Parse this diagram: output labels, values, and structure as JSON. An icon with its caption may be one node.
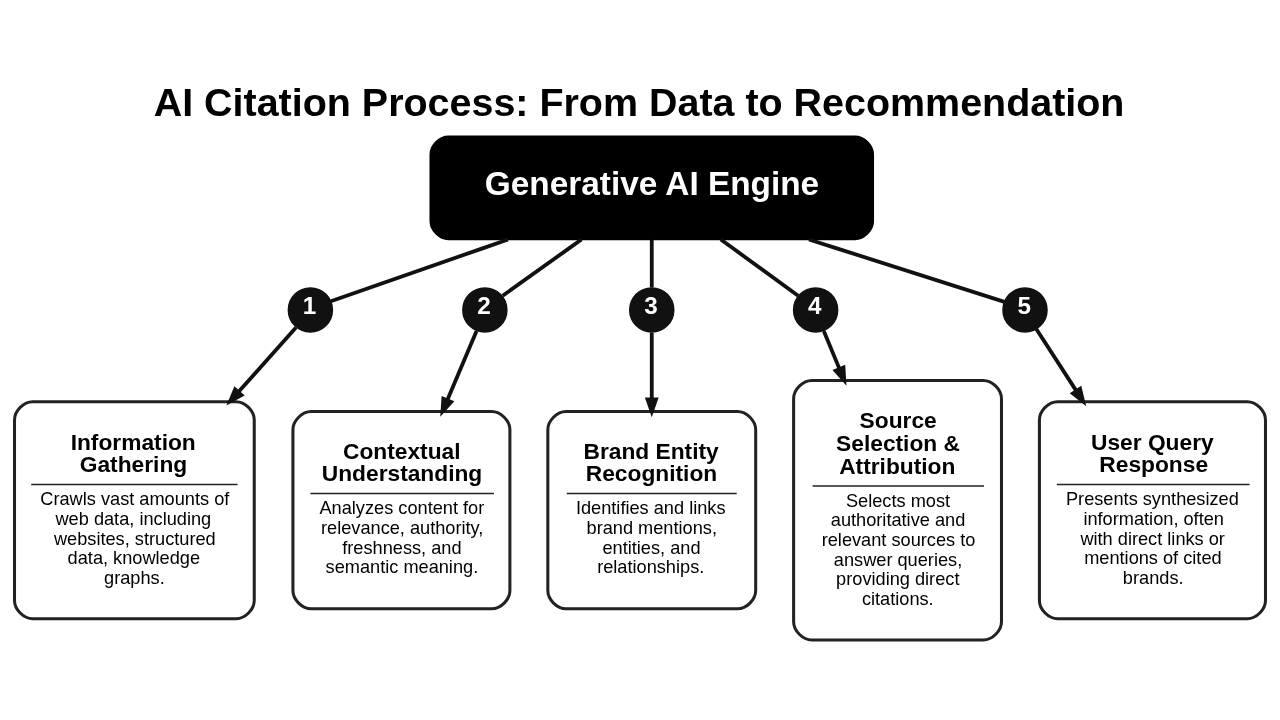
{
  "diagram": {
    "title": "AI Citation Process: From Data to Recommendation",
    "nodes": [
      {
        "text": [
          "Generative AI Engine"
        ]
      },
      {
        "text": [
          "1"
        ]
      },
      {
        "text": [
          "2"
        ]
      },
      {
        "text": [
          "3"
        ]
      },
      {
        "text": [
          "4"
        ]
      },
      {
        "text": [
          "5"
        ]
      },
      {
        "text": [
          "Information Gathering",
          "Crawls vast amounts of web data, including websites, structured data, knowledge graphs."
        ]
      },
      {
        "text": [
          "Contextual Understanding",
          "Analyzes content for relevance, authority, freshness, and semantic meaning."
        ]
      },
      {
        "text": [
          "Brand Entity Recognition",
          "Identifies and links brand mentions, entities, and relationships."
        ]
      },
      {
        "text": [
          "Source Selection & Attribution",
          "Selects most authoritative and relevant sources to answer queries, providing direct citations."
        ]
      },
      {
        "text": [
          "User Query Response",
          "Presents synthesized information, often with direct links or mentions of cited brands."
        ]
      }
    ],
    "edges": [
      {
        "from": 0,
        "to": 1,
        "arrow": "none"
      },
      {
        "from": 0,
        "to": 2,
        "arrow": "none"
      },
      {
        "from": 0,
        "to": 3,
        "arrow": "none"
      },
      {
        "from": 0,
        "to": 4,
        "arrow": "none"
      },
      {
        "from": 0,
        "to": 5,
        "arrow": "none"
      },
      {
        "from": 1,
        "to": 6,
        "arrow": "to"
      },
      {
        "from": 2,
        "to": 7,
        "arrow": "to"
      },
      {
        "from": 3,
        "to": 8,
        "arrow": "to"
      },
      {
        "from": 4,
        "to": 9,
        "arrow": "to"
      },
      {
        "from": 5,
        "to": 10,
        "arrow": "to"
      }
    ]
  }
}
